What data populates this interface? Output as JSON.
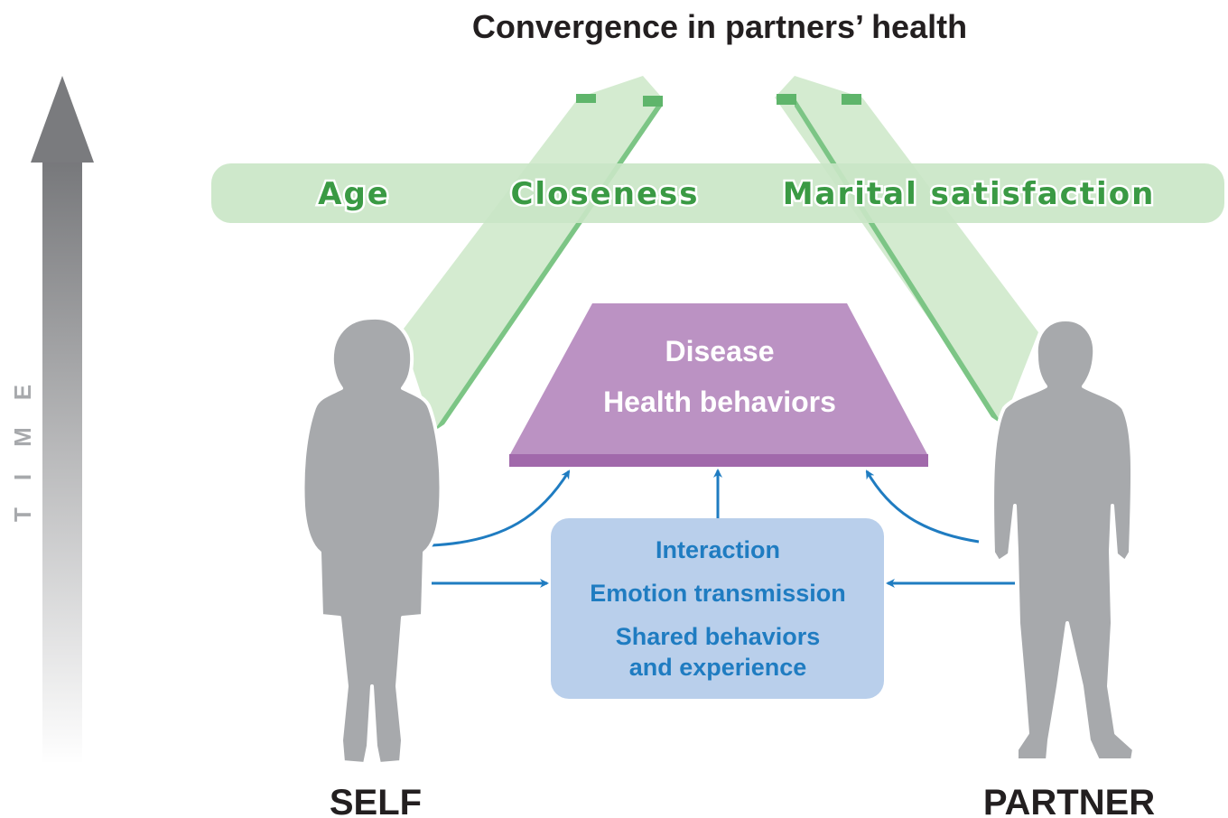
{
  "title": "Convergence in partners’ health",
  "time_label": "TIME",
  "moderators": [
    "Age",
    "Closeness",
    "Marital satisfaction"
  ],
  "outcomes": [
    "Disease",
    "Health behaviors"
  ],
  "mechanisms": [
    "Interaction",
    "Emotion transmission",
    "Shared behaviors",
    "and experience"
  ],
  "roles": {
    "self": "SELF",
    "partner": "PARTNER"
  },
  "colors": {
    "green_band": "#c9e6c5",
    "green_text": "#3a9a44",
    "purple_top": "#bb92c3",
    "purple_edge": "#a169ab",
    "blue_box": "#b9cfeb",
    "blue_text": "#1f7cc1",
    "silhouette": "#a7a9ac",
    "time_arrow_top": "#7a7b7e"
  }
}
